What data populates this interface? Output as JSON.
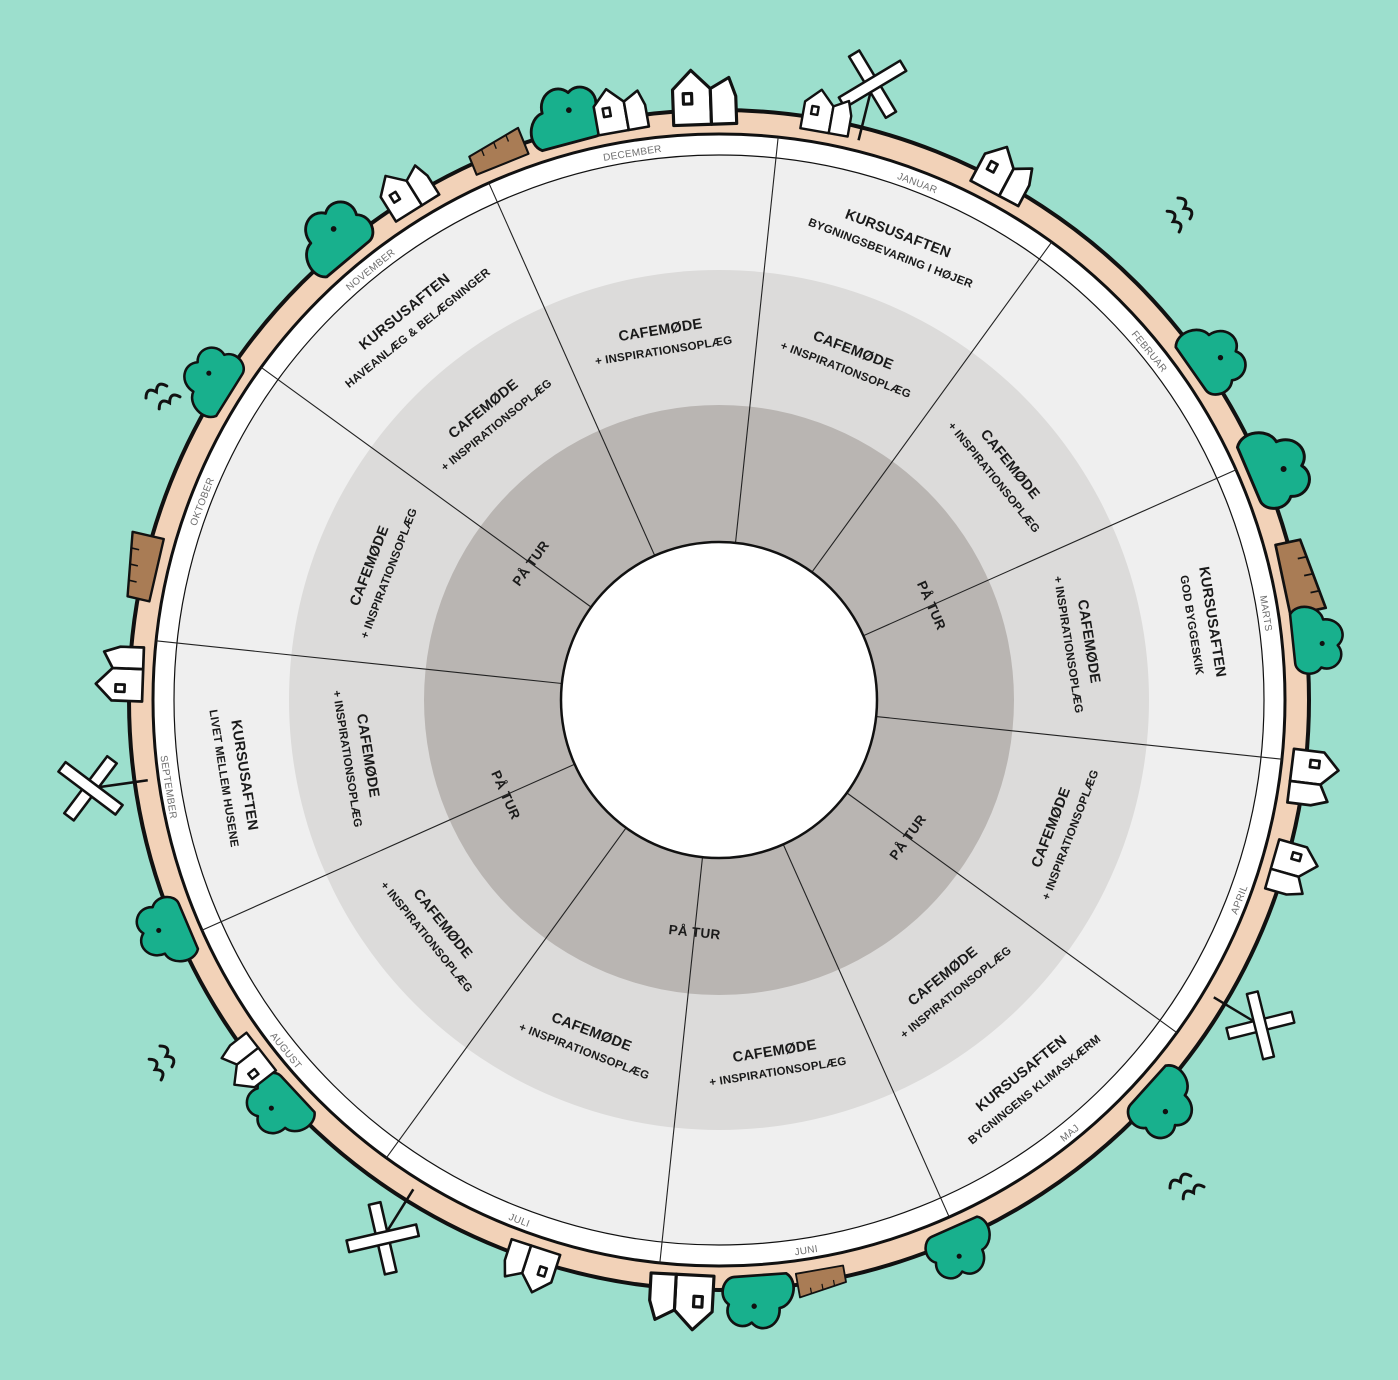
{
  "months": [
    "JANUAR",
    "FEBRUAR",
    "MARTS",
    "APRIL",
    "MAJ",
    "JUNI",
    "JULI",
    "AUGUST",
    "SEPTEMBER",
    "OKTOBER",
    "NOVEMBER",
    "DECEMBER"
  ],
  "outer_events": [
    {
      "title": "KURSUSAFTEN",
      "sub": "BYGNINGSBEVARING I HØJER"
    },
    null,
    {
      "title": "KURSUSAFTEN",
      "sub": "GOD BYGGESKIK"
    },
    null,
    {
      "title": "KURSUSAFTEN",
      "sub": "BYGNINGENS KLIMASKÆRM"
    },
    null,
    null,
    null,
    {
      "title": "KURSUSAFTEN",
      "sub": "LIVET MELLEM HUSENE"
    },
    null,
    {
      "title": "KURSUSAFTEN",
      "sub": "HAVEANLÆG & BELÆGNINGER"
    },
    null
  ],
  "cafe_events": [
    {
      "title": "CAFEMØDE",
      "sub": "+ INSPIRATIONSOPLÆG"
    },
    {
      "title": "CAFEMØDE",
      "sub": "+ INSPIRATIONSOPLÆG"
    },
    {
      "title": "CAFEMØDE",
      "sub": "+ INSPIRATIONSOPLÆG"
    },
    {
      "title": "CAFEMØDE",
      "sub": "+ INSPIRATIONSOPLÆG"
    },
    {
      "title": "CAFEMØDE",
      "sub": "+ INSPIRATIONSOPLÆG"
    },
    {
      "title": "CAFEMØDE",
      "sub": "+ INSPIRATIONSOPLÆG"
    },
    {
      "title": "CAFEMØDE",
      "sub": "+ INSPIRATIONSOPLÆG"
    },
    {
      "title": "CAFEMØDE",
      "sub": "+ INSPIRATIONSOPLÆG"
    },
    {
      "title": "CAFEMØDE",
      "sub": "+ INSPIRATIONSOPLÆG"
    },
    {
      "title": "CAFEMØDE",
      "sub": "+ INSPIRATIONSOPLÆG"
    },
    {
      "title": "CAFEMØDE",
      "sub": "+ INSPIRATIONSOPLÆG"
    },
    {
      "title": "CAFEMØDE",
      "sub": "+ INSPIRATIONSOPLÆG"
    }
  ],
  "tour_events": [
    null,
    "PÅ TUR",
    null,
    "PÅ TUR",
    null,
    "PÅ TUR",
    null,
    "PÅ TUR",
    null,
    "PÅ TUR",
    null,
    null
  ],
  "colors": {
    "background": "#9cdfcd",
    "ground": "#f2d2b8",
    "month_ring": "#ffffff",
    "outer_ring": "#efefef",
    "middle_ring": "#dcdbda",
    "inner_ring": "#b9b5b2",
    "center": "#ffffff",
    "tree": "#18b08d",
    "fence": "#a97c55",
    "line": "#111111"
  },
  "icons": [
    "house-icon",
    "tree-icon",
    "windmill-icon",
    "fence-icon",
    "bird-icon"
  ]
}
